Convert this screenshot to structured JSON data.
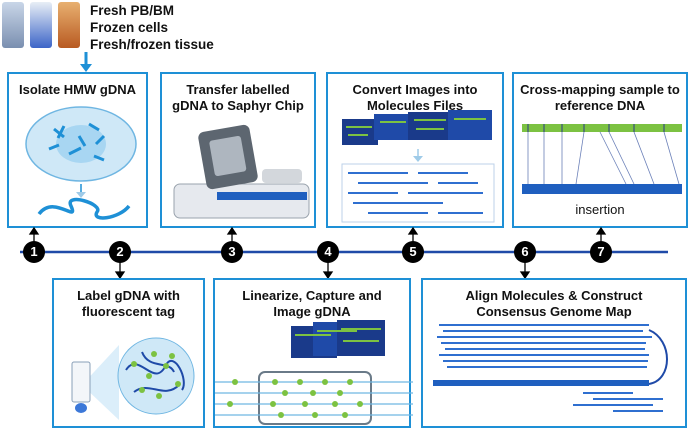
{
  "sample_types": [
    "Fresh PB/BM",
    "Frozen cells",
    "Fresh/frozen tissue"
  ],
  "steps": [
    {
      "num": "1",
      "title": "Isolate HMW gDNA"
    },
    {
      "num": "2",
      "title": "Label gDNA with fluorescent tag"
    },
    {
      "num": "3",
      "title": "Transfer labelled gDNA to Saphyr Chip"
    },
    {
      "num": "4",
      "title": "Linearize, Capture and Image gDNA"
    },
    {
      "num": "5",
      "title": "Convert Images into Molecules Files"
    },
    {
      "num": "6",
      "title": "Align Molecules & Construct Consensus Genome Map"
    },
    {
      "num": "7",
      "title": "Cross-mapping sample to reference DNA"
    }
  ],
  "step7_caption": "insertion",
  "colors": {
    "border": "#1e90d6",
    "timeline": "#1f4aa8",
    "label_green": "#7cc242",
    "molecule_blue": "#2f6fd0"
  }
}
